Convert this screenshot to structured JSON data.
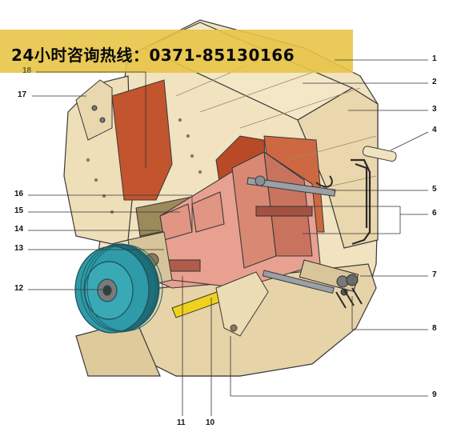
{
  "banner": {
    "text": "24小时咨询热线：0371-85130166"
  },
  "callouts": {
    "n1": "1",
    "n2": "2",
    "n3": "3",
    "n4": "4",
    "n5": "5",
    "n6": "6",
    "n7": "7",
    "n8": "8",
    "n9": "9",
    "n10": "10",
    "n11": "11",
    "n12": "12",
    "n13": "13",
    "n14": "14",
    "n15": "15",
    "n16": "16",
    "n17": "17",
    "n18": "18"
  },
  "colors": {
    "housing": "#f1e2c0",
    "housing_shade": "#e3cfa3",
    "lining": "#c2542e",
    "rotor": "#e8a090",
    "rotor_dark": "#c9735f",
    "liner_plate": "#9c8a5a",
    "pulley": "#2f9aa8",
    "pulley_dark": "#1d6f7a",
    "accent_yellow": "#f0d21c",
    "outline": "#3a3a3a",
    "banner": "#e8c446"
  }
}
